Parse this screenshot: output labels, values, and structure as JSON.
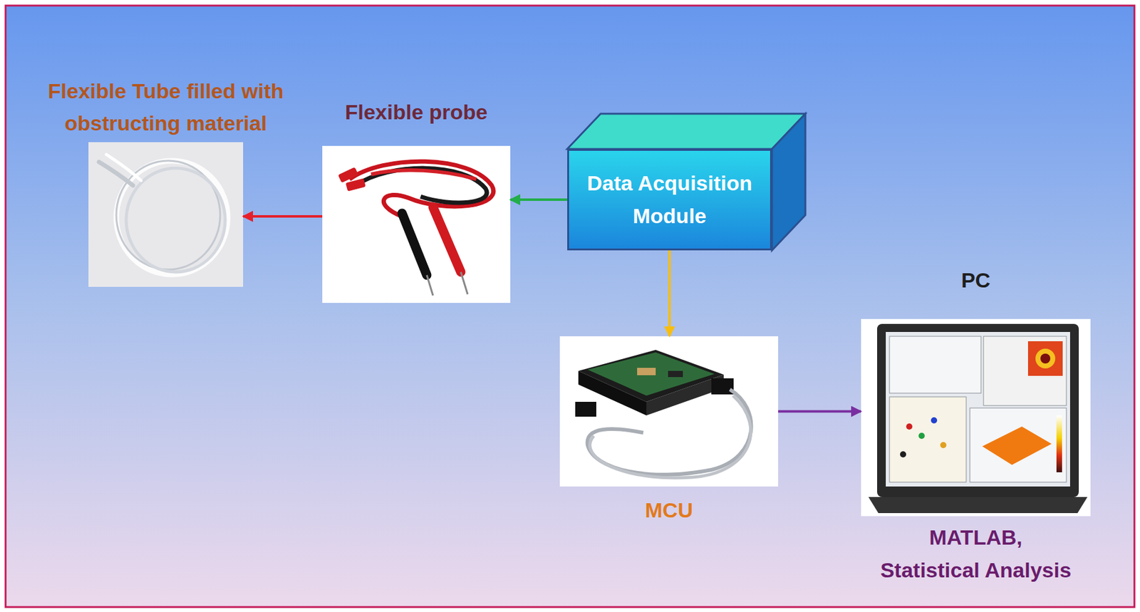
{
  "diagram": {
    "nodes": [
      {
        "text": [
          "Flexible Tube filled with obstructing material"
        ]
      },
      {
        "text": [
          "Flexible probe"
        ]
      },
      {
        "text": [
          "Data Acquisition Module"
        ]
      },
      {
        "text": [
          "MCU"
        ]
      },
      {
        "text": [
          "PC",
          "MATLAB, Statistical Analysis"
        ]
      }
    ],
    "edges": [
      {
        "from": 2,
        "to": 1,
        "arrow": "to"
      },
      {
        "from": 1,
        "to": 0,
        "arrow": "to"
      },
      {
        "from": 2,
        "to": 3,
        "arrow": "to"
      },
      {
        "from": 3,
        "to": 4,
        "arrow": "to"
      }
    ]
  }
}
